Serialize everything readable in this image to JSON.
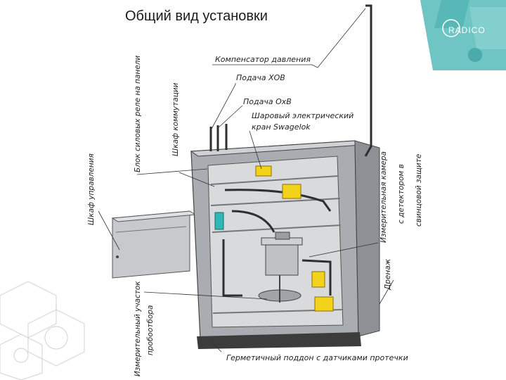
{
  "slide": {
    "title": "Общий вид установки"
  },
  "logo": {
    "text": "RADICO"
  },
  "labels": {
    "pressure_compensator": "Компенсатор давления",
    "feed_hov": "Подача ХОВ",
    "feed_ov": "Подача ОхВ",
    "ball_valve_1": "Шаровый электрический",
    "ball_valve_2": "кран Swagelok",
    "measuring_chamber_1": "Измерительная камера",
    "measuring_chamber_2": "с детектором в",
    "measuring_chamber_3": "свинцовой защите",
    "drain": "Дренаж",
    "tray": "Герметичный поддон с датчиками протечки",
    "power_block": "Блок силовых реле на панели",
    "rack": "Шкаф коммутации",
    "control_cabinet": "Шкаф управления",
    "sampling_unit_1": "Измерительный участок",
    "sampling_unit_2": "пробоотбора"
  },
  "colors": {
    "accent": "#6ec5c4",
    "valve": "#f2d21b",
    "cabinet": "#9fa2a6"
  }
}
